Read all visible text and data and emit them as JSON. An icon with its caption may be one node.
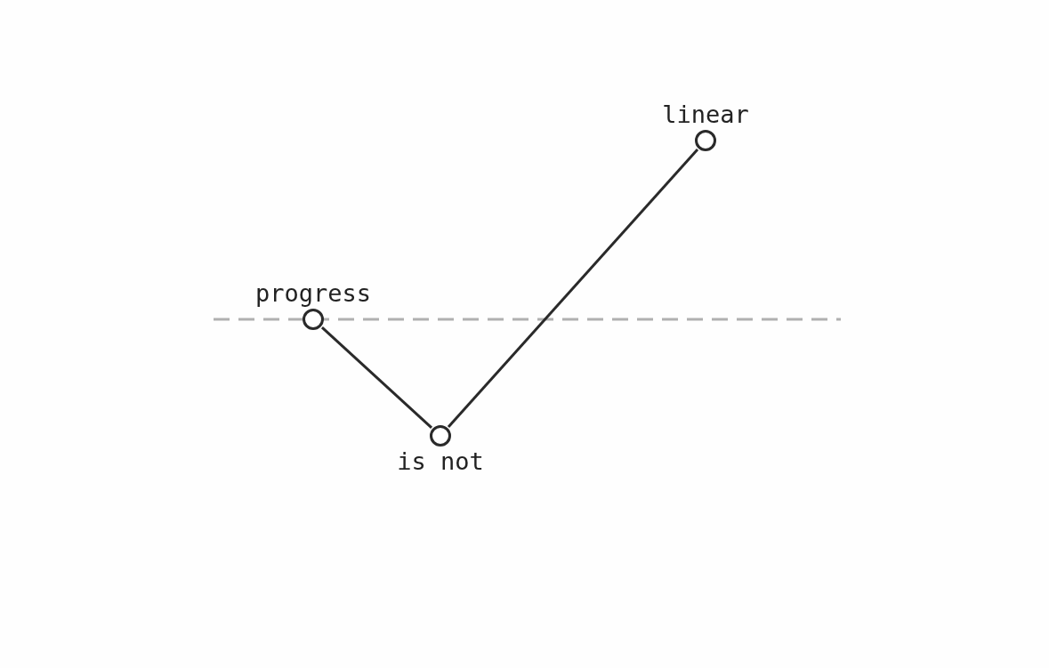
{
  "diagram": {
    "nodes": [
      {
        "text": [
          "progress"
        ]
      },
      {
        "text": [
          "is not"
        ]
      },
      {
        "text": [
          "linear"
        ]
      }
    ],
    "edges": [
      {
        "from": 0,
        "to": 1,
        "arrow": "none"
      },
      {
        "from": 1,
        "to": 2,
        "arrow": "none"
      }
    ]
  }
}
